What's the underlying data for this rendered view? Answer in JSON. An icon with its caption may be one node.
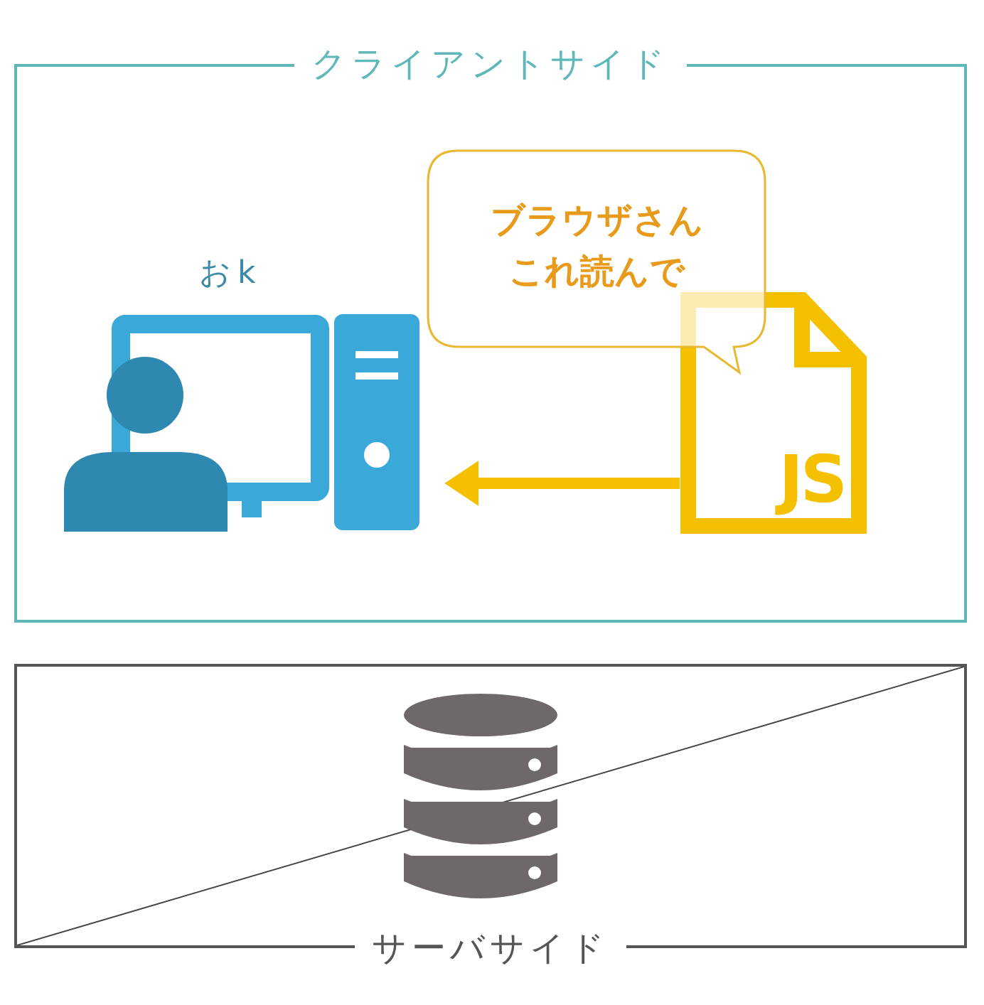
{
  "diagram": {
    "nodes": [
      {
        "text": [
          "クライアントサイド"
        ]
      },
      {
        "text": [],
        "shape": "computer",
        "in": 0,
        "beside": [
          "おk"
        ]
      },
      {
        "text": [
          "ブラウザさんこれ読んで"
        ],
        "in": 0
      },
      {
        "text": [
          "JS"
        ],
        "in": 0
      },
      {
        "text": [
          "サーバサイド"
        ]
      },
      {
        "text": [],
        "shape": "cylinder",
        "in": 4
      }
    ],
    "edges": [
      {
        "from": 3,
        "to": 1,
        "arrow": "to"
      }
    ]
  }
}
